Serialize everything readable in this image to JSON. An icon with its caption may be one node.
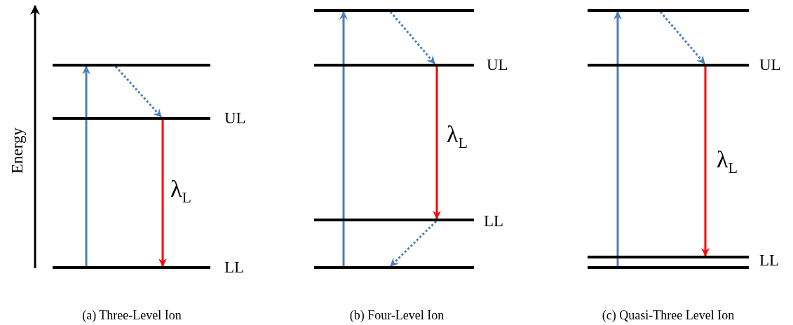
{
  "diagram": {
    "nodes": [
      {
        "text": [],
        "shape": "bar"
      },
      {
        "text": [],
        "shape": "bar",
        "beside": [
          "UL"
        ]
      },
      {
        "text": [],
        "shape": "bar",
        "beside": [
          "LL"
        ]
      },
      {
        "text": [],
        "shape": "bar"
      },
      {
        "text": [],
        "shape": "bar",
        "beside": [
          "UL"
        ]
      },
      {
        "text": [],
        "shape": "bar",
        "beside": [
          "LL"
        ]
      },
      {
        "text": [],
        "shape": "bar"
      },
      {
        "text": [],
        "shape": "bar"
      },
      {
        "text": [],
        "shape": "bar",
        "beside": [
          "UL"
        ]
      },
      {
        "text": [],
        "shape": "bar",
        "beside": [
          "LL"
        ]
      },
      {
        "text": [],
        "shape": "bar"
      }
    ],
    "edges": [
      {
        "from": 2,
        "to": 0,
        "arrow": "to"
      },
      {
        "from": 0,
        "to": 1,
        "arrow": "to",
        "style": "dashed"
      },
      {
        "from": 1,
        "to": 2,
        "arrow": "to",
        "color": "#ff0000",
        "label": "λ$_{L}$"
      },
      {
        "from": 6,
        "to": 3,
        "arrow": "to"
      },
      {
        "from": 3,
        "to": 4,
        "arrow": "to",
        "style": "dashed"
      },
      {
        "from": 4,
        "to": 5,
        "arrow": "to",
        "color": "#ff0000",
        "label": "λ$_{L}$"
      },
      {
        "from": 5,
        "to": 6,
        "arrow": "to",
        "style": "dashed"
      },
      {
        "from": 10,
        "to": 7,
        "arrow": "to"
      },
      {
        "from": 7,
        "to": 8,
        "arrow": "to",
        "style": "dashed"
      },
      {
        "from": 8,
        "to": 9,
        "arrow": "to",
        "color": "#ff0000",
        "label": "λ$_{L}$"
      }
    ],
    "labels": [
      "Energy",
      "(a) Three-Level Ion",
      "(b) Four-Level Ion",
      "(c) Quasi-Three Level Ion"
    ]
  }
}
